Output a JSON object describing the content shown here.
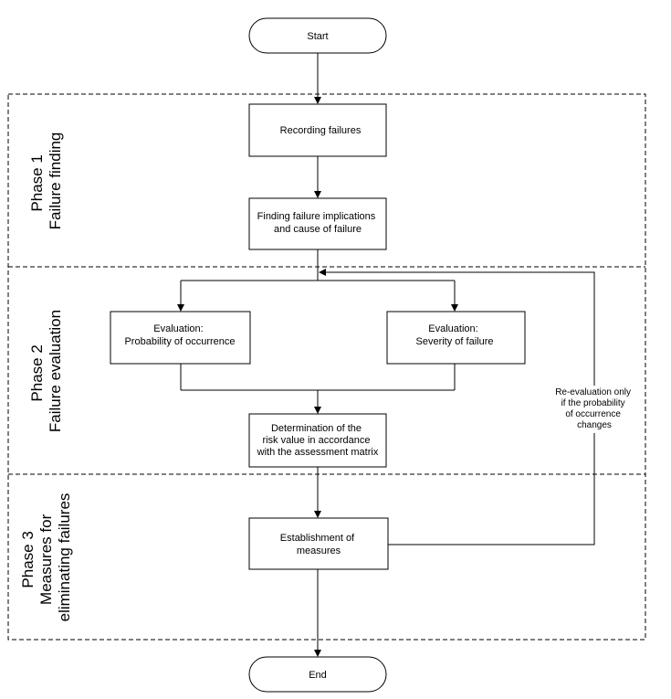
{
  "nodes": {
    "start": "Start",
    "recording": "Recording failures",
    "finding": [
      "Finding failure implications",
      "and cause of failure"
    ],
    "eval_probability": [
      "Evaluation:",
      "Probability of occurrence"
    ],
    "eval_severity": [
      "Evaluation:",
      "Severity of failure"
    ],
    "determination": [
      "Determination of the",
      "risk value in accordance",
      "with the assessment matrix"
    ],
    "measures": [
      "Establishment of",
      "measures"
    ],
    "end": "End"
  },
  "phases": {
    "phase1": [
      "Phase 1",
      "Failure finding"
    ],
    "phase2": [
      "Phase 2",
      "Failure evaluation"
    ],
    "phase3": [
      "Phase 3",
      "Measures for",
      "eliminating failures"
    ]
  },
  "feedback_note": [
    "Re-evaluation only",
    "if the probability",
    "of occurrence",
    "changes"
  ]
}
